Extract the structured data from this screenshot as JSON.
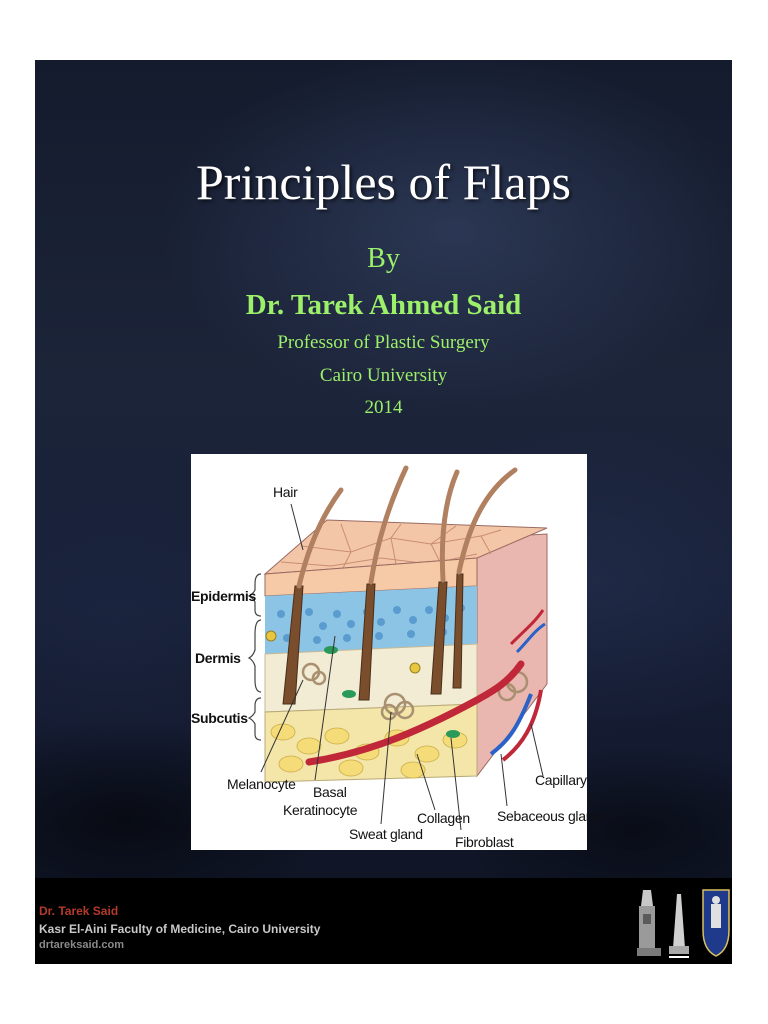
{
  "slide": {
    "title": "Principles of Flaps",
    "by": "By",
    "author": "Dr. Tarek Ahmed Said",
    "position": "Professor of Plastic Surgery",
    "institution": "Cairo University",
    "year": "2014"
  },
  "figure": {
    "labels": {
      "hair": "Hair",
      "epidermis": "Epidermis",
      "dermis": "Dermis",
      "subcutis": "Subcutis",
      "melanocyte": "Melanocyte",
      "basal": "Basal",
      "keratinocyte": "Keratinocyte",
      "sweat_gland": "Sweat gland",
      "collagen": "Collagen",
      "fibroblast": "Fibroblast",
      "sebaceous_gland": "Sebaceous gland",
      "capillary": "Capillary"
    }
  },
  "footer": {
    "name": "Dr. Tarek Said",
    "faculty": "Kasr El-Aini Faculty of Medicine, Cairo University",
    "website": "drtareksaid.com"
  },
  "colors": {
    "background": "#18203a",
    "title": "#ffffff",
    "accent_green": "#9cf06a",
    "footer_name": "#b43a2c"
  }
}
